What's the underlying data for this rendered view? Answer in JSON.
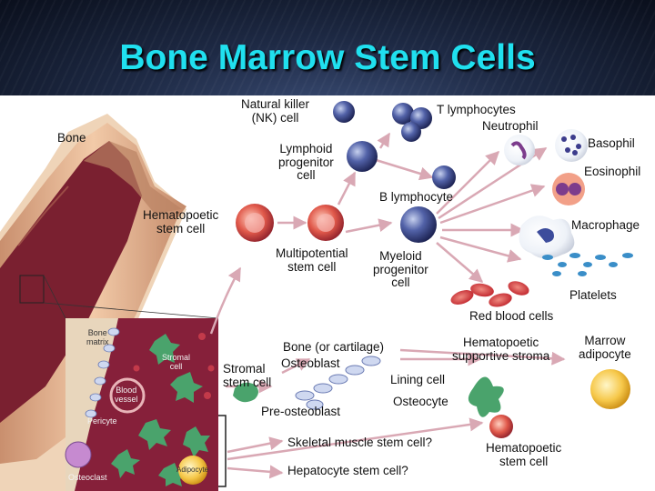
{
  "title": "Bone Marrow Stem Cells",
  "labels": {
    "bone": "Bone",
    "nk_cell": "Natural killer\n(NK) cell",
    "t_lymphocytes": "T lymphocytes",
    "neutrophil": "Neutrophil",
    "basophil": "Basophil",
    "eosinophil": "Eosinophil",
    "lymphoid_progenitor": "Lymphoid\nprogenitor\ncell",
    "b_lymphocyte": "B lymphocyte",
    "hematopoetic_stem_cell": "Hematopoetic\nstem cell",
    "multipotential_stem_cell": "Multipotential\nstem cell",
    "myeloid_progenitor": "Myeloid\nprogenitor\ncell",
    "macrophage": "Macrophage",
    "platelets": "Platelets",
    "red_blood_cells": "Red blood cells",
    "bone_or_cartilage": "Bone (or cartilage)",
    "osteoblast": "Osteoblast",
    "hematopoetic_supportive_stroma": "Hematopoetic\nsupportive stroma",
    "marrow_adipocyte": "Marrow\nadipocyte",
    "stromal_stem_cell": "Stromal\nstem cell",
    "lining_cell": "Lining cell",
    "osteocyte": "Osteocyte",
    "pre_osteoblast": "Pre-osteoblast",
    "skeletal_muscle_stem_cell": "Skeletal muscle stem cell?",
    "hepatocyte_stem_cell": "Hepatocyte stem cell?",
    "hematopoetic_stem_cell_2": "Hematopoetic\nstem cell"
  },
  "inset_labels": {
    "bone_matrix": "Bone\nmatrix",
    "stromal_cell": "Stromal\ncell",
    "blood_vessel": "Blood\nvessel",
    "pericyte": "Pericyte",
    "osteoclast": "Osteoclast",
    "adipocyte": "Adipocyte"
  },
  "colors": {
    "title": "#20e0ef",
    "arrow": "#d9a8b4",
    "bone_marrow": "#7a2030",
    "bone": "#e6b898",
    "stroma_cell": "#4aa36c"
  }
}
